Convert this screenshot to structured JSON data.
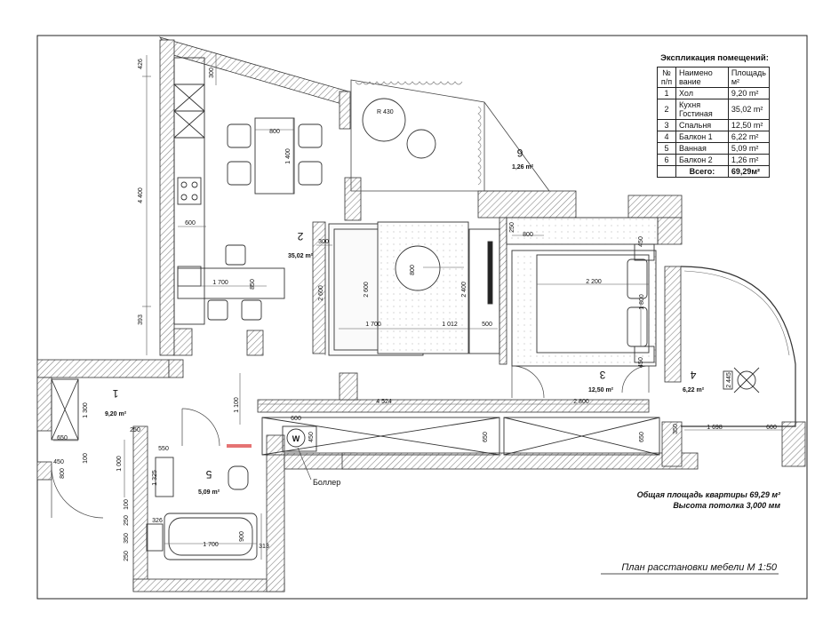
{
  "legend": {
    "caption": "Экспликация помещений:",
    "headers": {
      "num": "№ п/п",
      "name": "Наимено вание",
      "area": "Площадь м²"
    },
    "rows": [
      {
        "num": "1",
        "name": "Хол",
        "area": "9,20 m²"
      },
      {
        "num": "2",
        "name": "Кухня Гостиная",
        "area": "35,02 m²"
      },
      {
        "num": "3",
        "name": "Спальня",
        "area": "12,50 m²"
      },
      {
        "num": "4",
        "name": "Балкон 1",
        "area": "6,22 m²"
      },
      {
        "num": "5",
        "name": "Ванная",
        "area": "5,09 m²"
      },
      {
        "num": "6",
        "name": "Балкон 2",
        "area": "1,26 m²"
      }
    ],
    "total_label": "Всего:",
    "total_value": "69,29м²"
  },
  "rooms": {
    "r1": {
      "num": "1",
      "area": "9,20 m²"
    },
    "r2": {
      "num": "2",
      "area": "35,02 m²"
    },
    "r3": {
      "num": "3",
      "area": "12,50 m²"
    },
    "r4": {
      "num": "4",
      "area": "6,22 m²"
    },
    "r5": {
      "num": "5",
      "area": "5,09 m²"
    },
    "r6": {
      "num": "6",
      "area": "1,26 m²"
    }
  },
  "labels": {
    "boiler": "Боллер",
    "boiler_mark": "W",
    "radius": "R 430"
  },
  "dims": {
    "d_4400": "4 400",
    "d_426": "426",
    "d_393": "393",
    "d_300a": "300",
    "d_800a": "800",
    "d_1400": "1 400",
    "d_600a": "600",
    "d_1700a": "1 700",
    "d_850": "850",
    "d_300b": "300",
    "d_2600a": "2 600",
    "d_2600b": "2 600",
    "d_800b": "800",
    "d_2400": "2 400",
    "d_1700b": "1 700",
    "d_1012": "1 012",
    "d_500": "500",
    "d_250a": "250",
    "d_800c": "800",
    "d_450a": "450",
    "d_2200": "2 200",
    "d_1800": "1 800",
    "d_450b": "450",
    "d_2445": "2 445",
    "d_1100": "1 100",
    "d_4524": "4 524",
    "d_2800": "2 800",
    "d_600b": "600",
    "d_450c": "450",
    "d_650a": "650",
    "d_650b": "650",
    "d_350": "350",
    "d_1698": "1 698",
    "d_600c": "600",
    "d_1300": "1 300",
    "d_650c": "650",
    "d_100a": "100",
    "d_450d": "450",
    "d_800d": "800",
    "d_250b": "250",
    "d_550": "550",
    "d_1000": "1 000",
    "d_1325": "1 325",
    "d_100b": "100",
    "d_326": "326",
    "d_250c": "250",
    "d_350b": "350",
    "d_250d": "250",
    "d_1700c": "1 700",
    "d_900": "900",
    "d_313": "313"
  },
  "notes": {
    "total_area": "Общая площадь квартиры 69,29 м²",
    "ceiling": "Высота потолка 3,000 мм",
    "title": "План расстановки мебели  М 1:50"
  }
}
